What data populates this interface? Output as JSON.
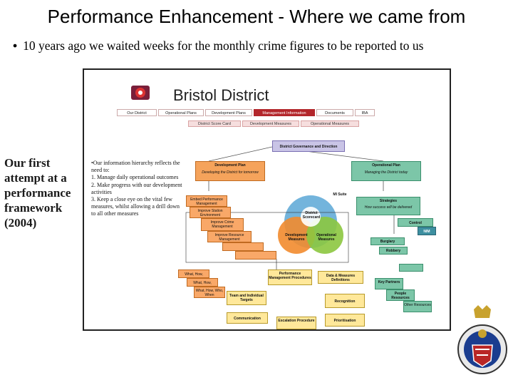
{
  "slide": {
    "title": "Performance Enhancement - Where we came from",
    "bullet": "10 years ago we waited weeks for the monthly crime figures to be reported to us",
    "side_label": "Our first attempt at a performance framework (2004)"
  },
  "notes": [
    "•Our information hierarchy reflects the need to:",
    "1. Manage daily operational outcomes",
    "2. Make progress with our development activities",
    "3. Keep a close eye on the vital few measures, whilst allowing a drill down to all other measures"
  ],
  "diagram": {
    "header": "Bristol District",
    "nav_tabs": [
      "Our District",
      "Operational Plans",
      "Development Plans",
      "Management Information",
      "Documents",
      "IBA"
    ],
    "active_tab": "Management Information",
    "sub_tabs": [
      "District Score Card",
      "Development Measures",
      "Operational Measures"
    ],
    "governance": "District Governance and Direction",
    "development_plan": {
      "title": "Development Plan",
      "subtitle": "Developing the District for tomorrow"
    },
    "operational_plan": {
      "title": "Operational Plan",
      "subtitle": "Managing the District today"
    },
    "mi_suite": "MI Suite",
    "circle_center": "District Scorecard",
    "circle_left": "Development Measures",
    "circle_right": "Operational Measures",
    "dev_steps": [
      "Embed Performance Management",
      "Improve Station Environment",
      "Improve Crime Management",
      "Improve Resource Management"
    ],
    "strategies": {
      "title": "Strategies",
      "subtitle": "How success will be delivered"
    },
    "control": "Control",
    "nim": "NIM",
    "ops_items": [
      "Burglary",
      "Robbery",
      "Key Partners",
      "People Resources",
      "Other Resources"
    ],
    "what_how": [
      "What, How,",
      "What, How,",
      "What, How, Who, When"
    ],
    "mid_boxes": [
      "Performance Management Procedures",
      "Data & Measures Definitions",
      "Team and Individual Targets",
      "Recognition",
      "Communication",
      "Escalation Procedure",
      "Prioritisation"
    ]
  }
}
